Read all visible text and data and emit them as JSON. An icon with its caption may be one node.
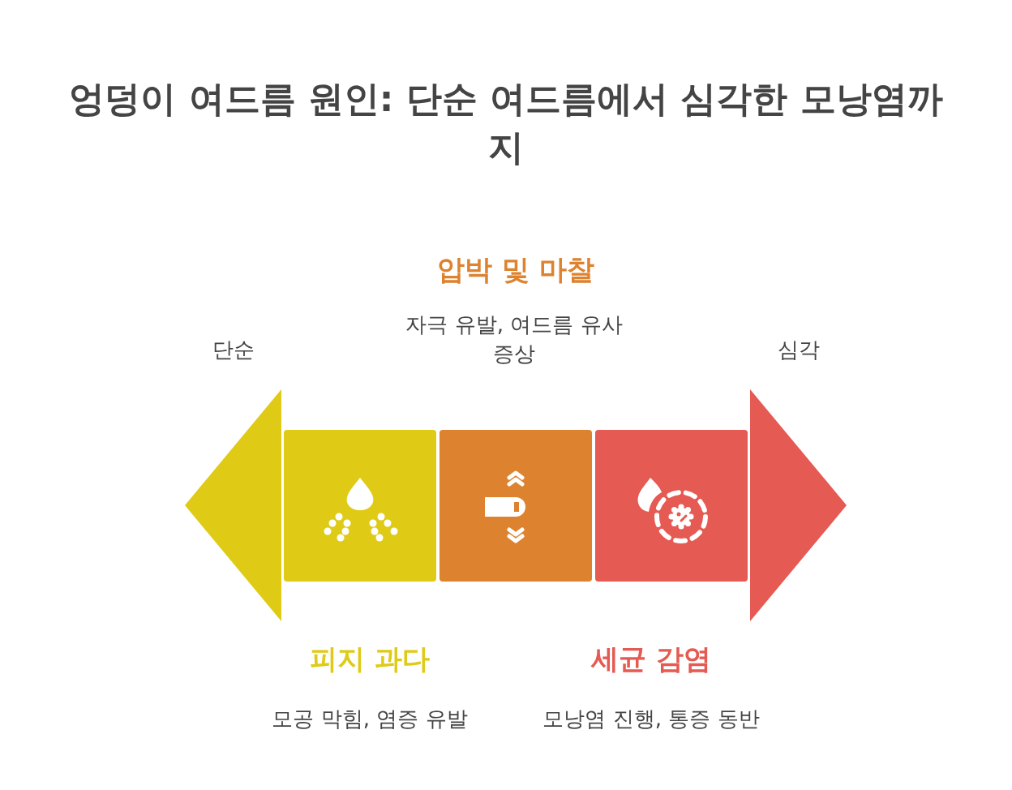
{
  "diagram": {
    "title": "엉덩이 여드름 원인: 단순 여드름에서 심각한 모낭염까지",
    "nodes": [
      {
        "text": [],
        "shape": "box"
      },
      {
        "text": [],
        "shape": "box"
      },
      {
        "text": [],
        "shape": "box"
      }
    ],
    "labels": [
      "압박 및 마찰",
      "자극 유발, 여드름 유사 증상",
      "단순",
      "심각",
      "피지 과다",
      "세균 감염",
      "모공 막힘, 염증 유발",
      "모낭염 진행, 통증 동반"
    ]
  }
}
